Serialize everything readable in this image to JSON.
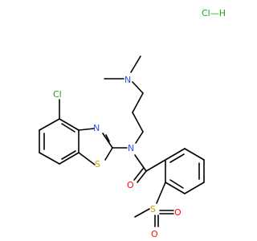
{
  "molecule": {
    "salt": "HCl",
    "salt_label": "Cl—H",
    "atoms": {
      "chlorine": "Cl",
      "thiazole_nitrogen": "N",
      "thiazole_sulfur": "S",
      "amide_nitrogen": "N",
      "amine_nitrogen": "N",
      "carbonyl_oxygen": "O",
      "sulfone_sulfur": "S",
      "sulfone_oxygen_1": "O",
      "sulfone_oxygen_2": "O"
    }
  },
  "colors": {
    "bond": "#000000",
    "carbon_text": "#000000",
    "nitrogen": "#3050F8",
    "oxygen": "#FF0D0D",
    "sulfur": "#C8A800",
    "chlorine": "#1FA01F"
  }
}
